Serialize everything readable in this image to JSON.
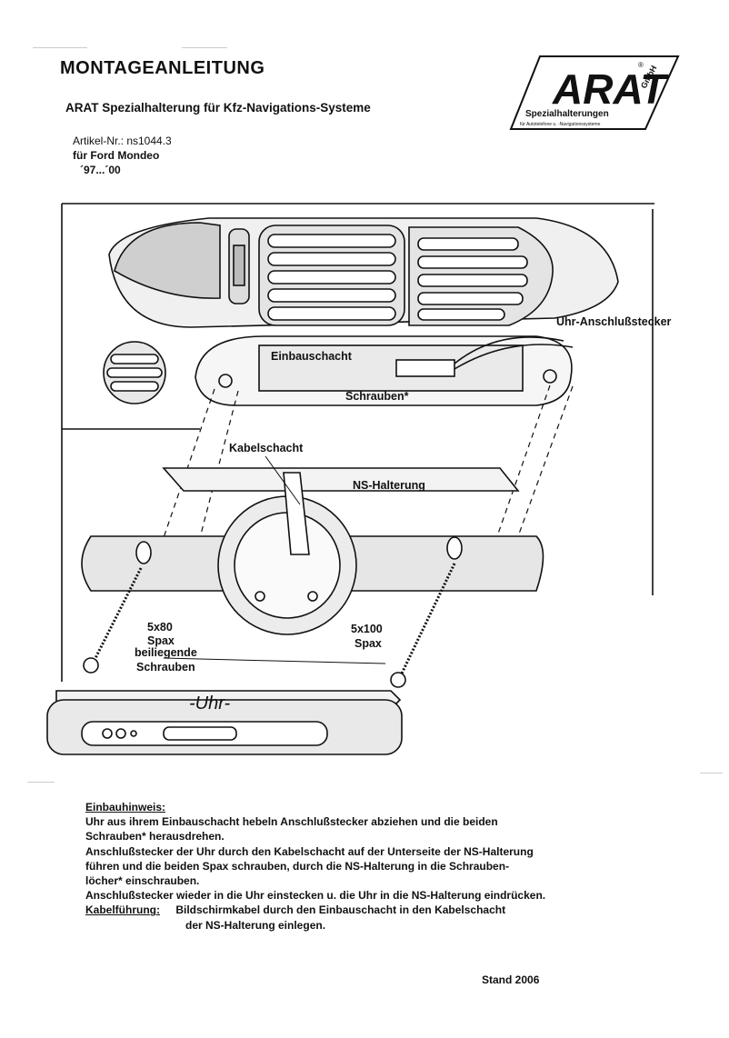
{
  "header": {
    "title": "MONTAGEANLEITUNG",
    "subtitle": "ARAT Spezialhalterung für Kfz-Navigations-Systeme"
  },
  "article": {
    "number_line": "Artikel-Nr.: ns1044.3",
    "vehicle": "für Ford Mondeo",
    "years": "´97...´00"
  },
  "logo": {
    "brand": "ARAT",
    "gmbh": "GmbH",
    "reg": "®",
    "tagline": "Spezialhalterungen",
    "subline": "für Autotelefone u. -Navigationssysteme"
  },
  "diagram": {
    "labels": {
      "connector": "Uhr-Anschlußstecker",
      "shaft": "Einbauschacht",
      "screws": "Schrauben*",
      "cable_channel": "Kabelschacht",
      "holder": "NS-Halterung",
      "left_screw_size": "5x80",
      "left_screw_type": "Spax",
      "included_1": "beiliegende",
      "included_2": "Schrauben",
      "right_screw_size": "5x100",
      "right_screw_type": "Spax",
      "clock": "-Uhr-"
    }
  },
  "instructions": {
    "heading": "Einbauhinweis:",
    "lines": [
      "Uhr aus ihrem Einbauschacht hebeln Anschlußstecker abziehen und die beiden",
      "Schrauben* herausdrehen.",
      "Anschlußstecker der Uhr durch den Kabelschacht auf der Unterseite der NS-Halterung",
      "führen und die beiden Spax schrauben, durch die NS-Halterung in die Schrauben-",
      "löcher* einschrauben.",
      "Anschlußstecker wieder in die Uhr einstecken u. die Uhr in die NS-Halterung eindrücken."
    ],
    "cable_label": "Kabelführung:",
    "cable_text_1": "Bildschirmkabel durch den Einbauschacht in den Kabelschacht",
    "cable_text_2": "der NS-Halterung einlegen."
  },
  "footer": {
    "stand": "Stand 2006"
  }
}
